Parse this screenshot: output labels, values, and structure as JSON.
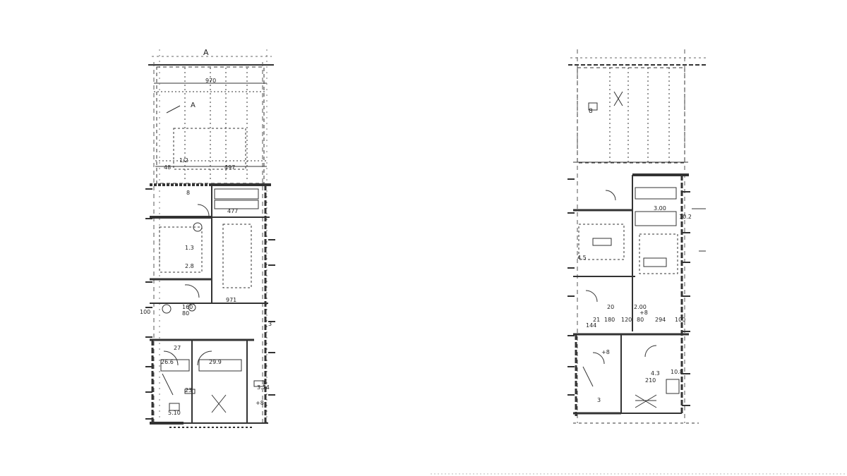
{
  "plans": [
    {
      "section_marks": [
        "A",
        "A"
      ],
      "dimensions": [
        "970",
        "48",
        "497",
        "477",
        "971",
        "80",
        "160",
        "1/2",
        "1.3",
        "2.8",
        "100",
        "8",
        "3",
        "26.6",
        "29.9",
        "27",
        "5.10",
        "3.74",
        "+8",
        "23"
      ]
    },
    {
      "section_marks": [
        "8"
      ],
      "dimensions": [
        "3.00",
        "4.5",
        "10.2",
        "21",
        "180",
        "120",
        "80",
        "294",
        "100",
        "+8",
        "144",
        "+8",
        "3",
        "210",
        "4.3",
        "2.00",
        "10.8",
        "20"
      ]
    }
  ]
}
